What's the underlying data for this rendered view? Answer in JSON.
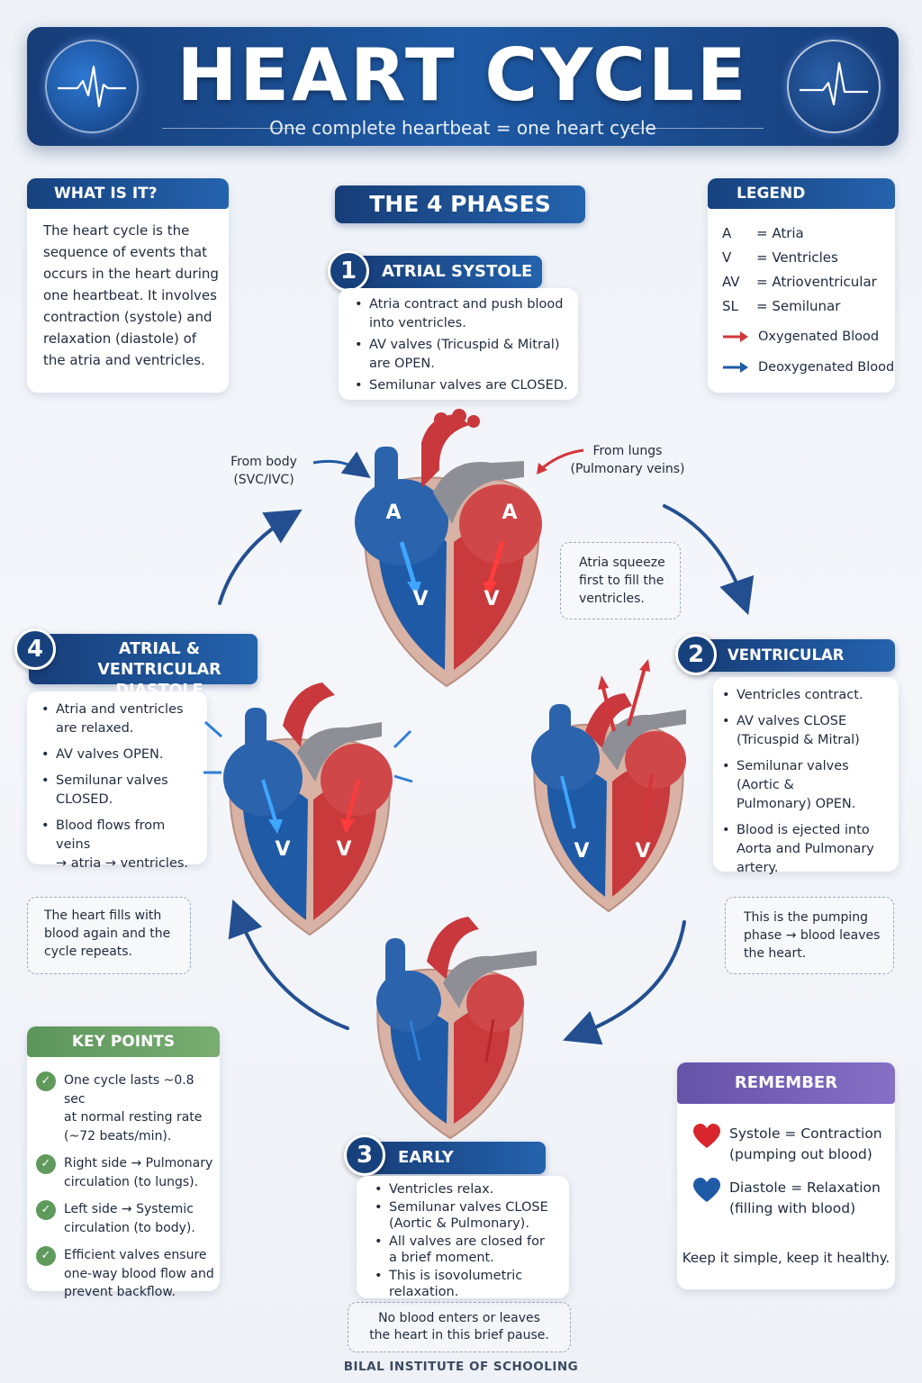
{
  "header": {
    "title": "HEART CYCLE",
    "subtitle": "One complete heartbeat = one heart cycle"
  },
  "what_is_it": {
    "title": "WHAT IS IT?",
    "lines": [
      "The heart cycle is the",
      "sequence of events that",
      "occurs in the heart during",
      "one heartbeat. It involves",
      "contraction (systole) and",
      "relaxation (diastole) of",
      "the atria and ventricles."
    ]
  },
  "phases_title": "THE 4 PHASES",
  "legend": {
    "title": "LEGEND",
    "items": [
      {
        "abbr": "A",
        "meaning": "= Atria"
      },
      {
        "abbr": "V",
        "meaning": "= Ventricles"
      },
      {
        "abbr": "AV",
        "meaning": "= Atrioventricular"
      },
      {
        "abbr": "SL",
        "meaning": "= Semilunar"
      }
    ],
    "oxygenated": "Oxygenated Blood",
    "deoxygenated": "Deoxygenated Blood"
  },
  "phase1": {
    "number": "1",
    "title": "ATRIAL SYSTOLE",
    "bullets": [
      [
        "Atria contract and push blood",
        "into ventricles."
      ],
      [
        "AV valves (Tricuspid & Mitral)",
        "are OPEN."
      ],
      [
        "Semilunar valves are CLOSED."
      ]
    ],
    "note": [
      "Atria squeeze",
      "first to fill the",
      "ventricles."
    ],
    "from_body": [
      "From body",
      "(SVC/IVC)"
    ],
    "from_lungs": [
      "From lungs",
      "(Pulmonary veins)"
    ]
  },
  "phase2": {
    "number": "2",
    "title": "VENTRICULAR SYSTOLE",
    "bullets": [
      [
        "Ventricles contract."
      ],
      [
        "AV valves CLOSE",
        "(Tricuspid & Mitral)"
      ],
      [
        "Semilunar valves (Aortic &",
        "Pulmonary) OPEN."
      ],
      [
        "Blood is ejected into",
        "Aorta and Pulmonary",
        "artery."
      ]
    ],
    "note": [
      "This is the pumping",
      "phase → blood leaves",
      "the heart."
    ]
  },
  "phase3": {
    "number": "3",
    "title": "EARLY DIASTOLE",
    "bullets": [
      [
        "Ventricles relax."
      ],
      [
        "Semilunar valves CLOSE",
        "(Aortic & Pulmonary)."
      ],
      [
        "All valves are closed for",
        "a brief moment."
      ],
      [
        "This is isovolumetric",
        "relaxation."
      ]
    ],
    "note": [
      "No blood enters or leaves",
      "the heart in this brief pause."
    ]
  },
  "phase4": {
    "number": "4",
    "title_lines": [
      "ATRIAL & VENTRICULAR",
      "DIASTOLE"
    ],
    "bullets": [
      [
        "Atria and ventricles",
        "are relaxed."
      ],
      [
        "AV valves OPEN."
      ],
      [
        "Semilunar valves",
        "CLOSED."
      ],
      [
        "Blood flows from veins",
        "→ atria → ventricles."
      ]
    ],
    "note": [
      "The heart fills with",
      "blood again and the",
      "cycle repeats."
    ]
  },
  "heart_labels": {
    "atria": "A",
    "ventricle": "V"
  },
  "key_points": {
    "title": "KEY POINTS",
    "items": [
      [
        "One cycle lasts ~0.8 sec",
        "at normal resting rate",
        "(~72 beats/min)."
      ],
      [
        "Right side → Pulmonary",
        "circulation (to lungs)."
      ],
      [
        "Left side → Systemic",
        "circulation (to body)."
      ],
      [
        "Efficient valves ensure",
        "one-way blood flow and",
        "prevent backflow."
      ]
    ]
  },
  "remember": {
    "title": "REMEMBER",
    "systole": [
      "Systole = Contraction",
      "(pumping out blood)"
    ],
    "diastole": [
      "Diastole = Relaxation",
      "(filling with blood)"
    ],
    "footer": "Keep it simple, keep it healthy."
  },
  "credit": "BILAL INSTITUTE OF SCHOOLING",
  "colors": {
    "navy": "#17417c",
    "oxygenated": "#d2363a",
    "deoxygenated": "#1f5aa6",
    "key_points_green": "#5f9a5c",
    "remember_purple": "#6f5cb0"
  }
}
